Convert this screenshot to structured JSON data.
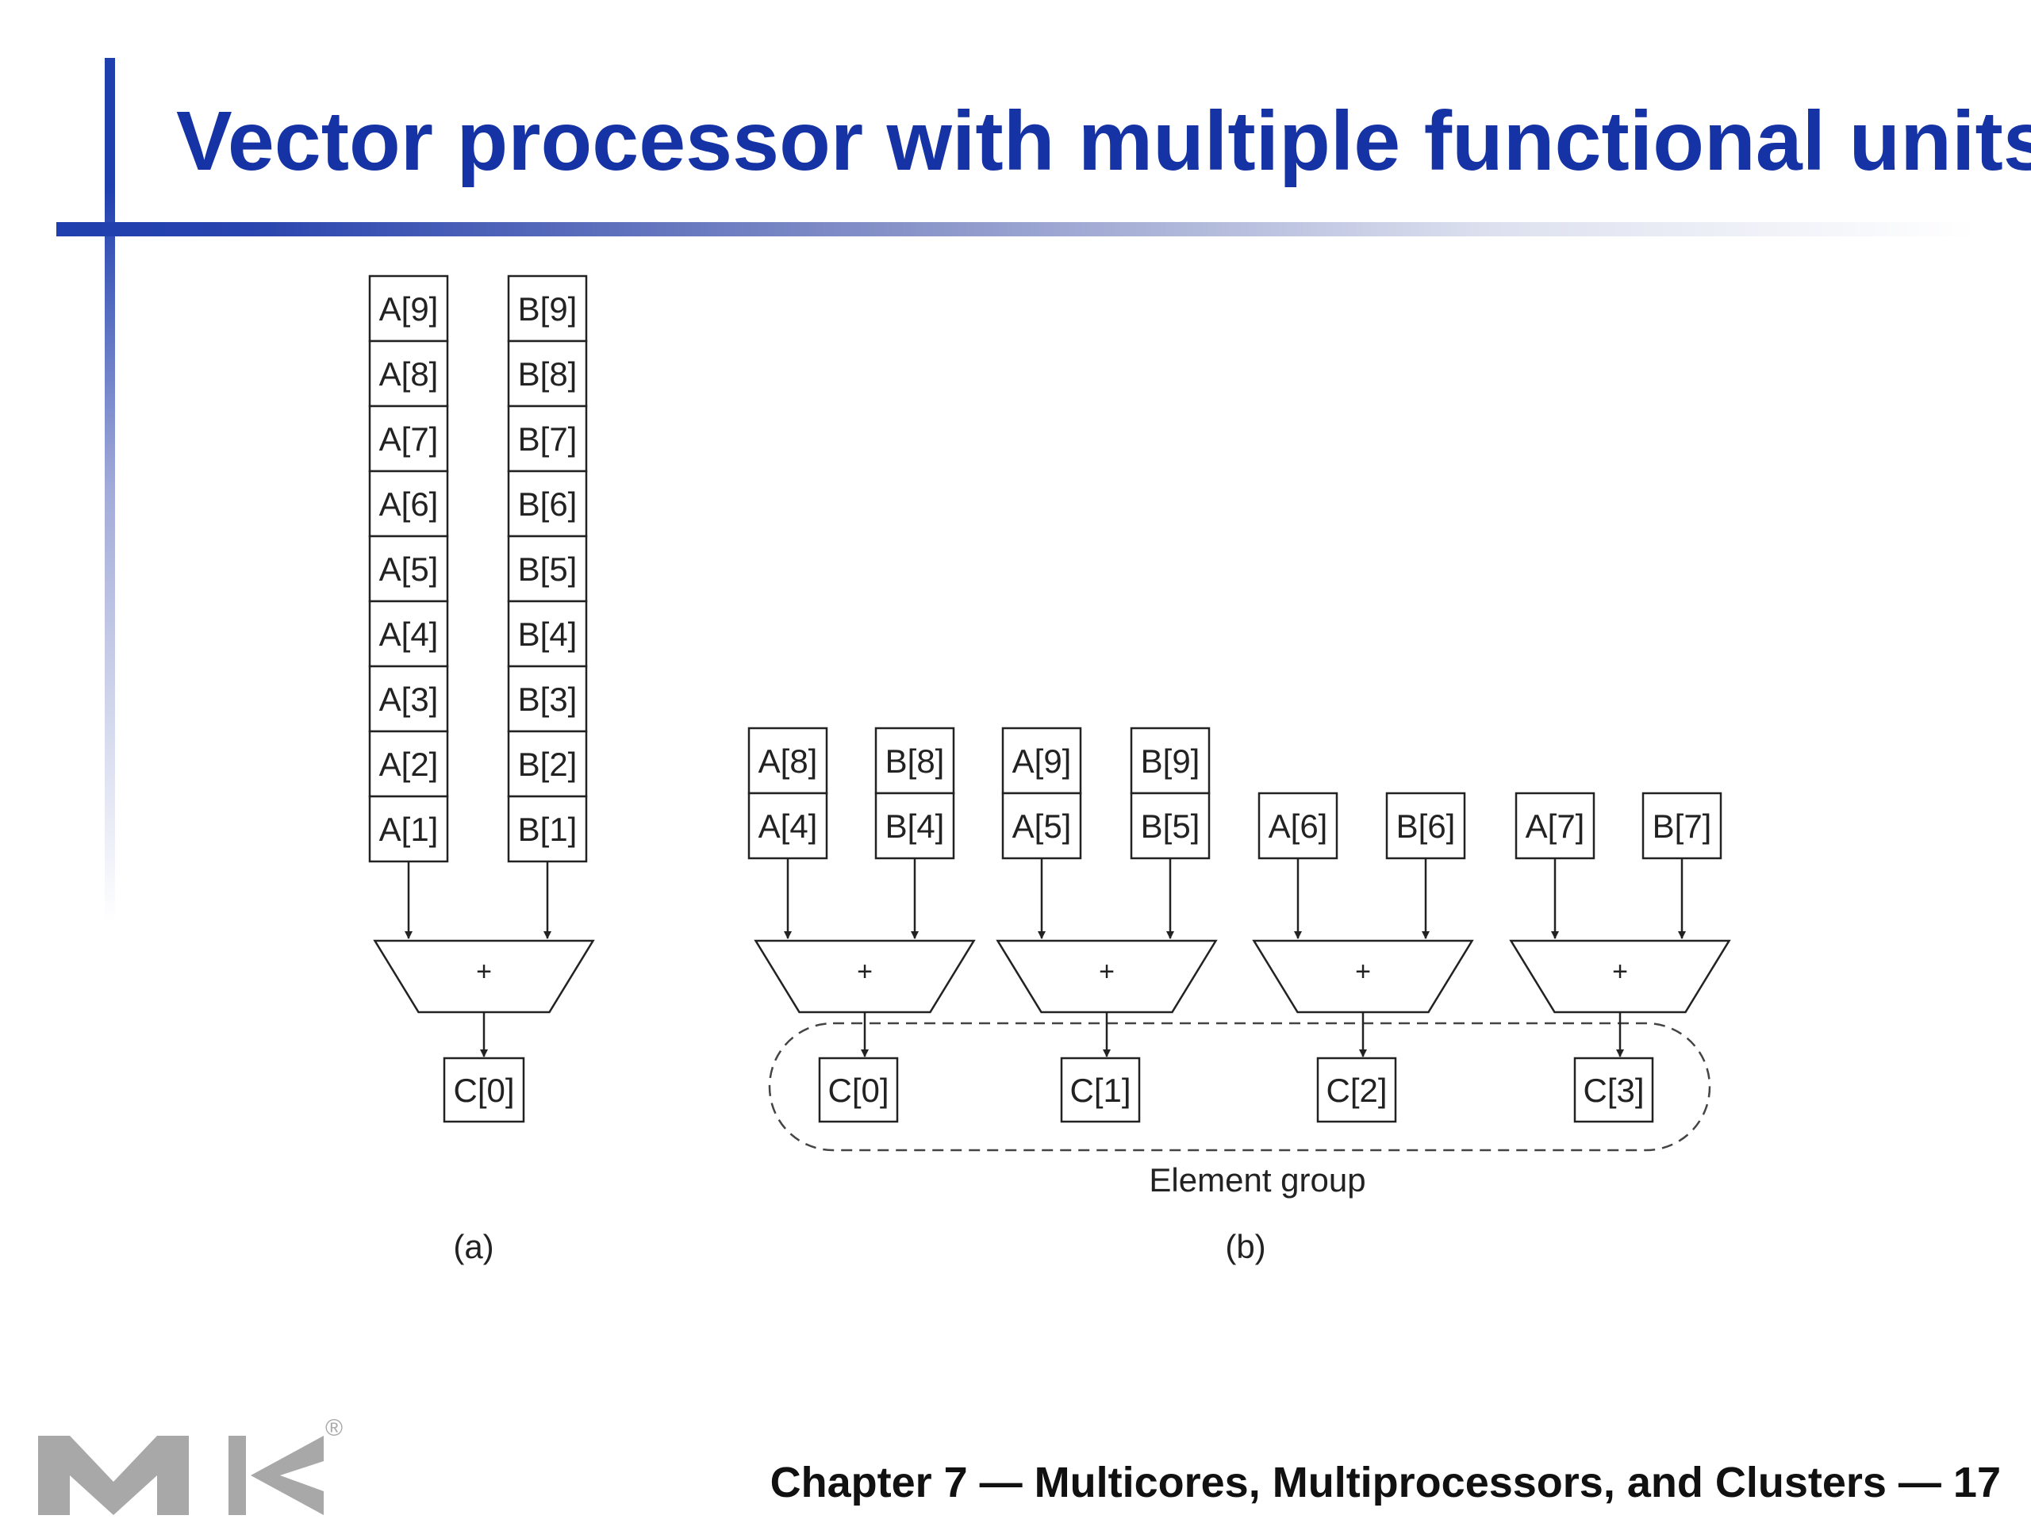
{
  "slide": {
    "title": "Vector processor with multiple functional units",
    "footer": "Chapter 7 — Multicores, Multiprocessors, and Clusters — 17",
    "accent_color": "#1533a5"
  },
  "diagram": {
    "part_a": {
      "label": "(a)",
      "a_column": [
        "A[9]",
        "A[8]",
        "A[7]",
        "A[6]",
        "A[5]",
        "A[4]",
        "A[3]",
        "A[2]",
        "A[1]"
      ],
      "b_column": [
        "B[9]",
        "B[8]",
        "B[7]",
        "B[6]",
        "B[5]",
        "B[4]",
        "B[3]",
        "B[2]",
        "B[1]"
      ],
      "adder": "+",
      "output": "C[0]"
    },
    "part_b": {
      "label": "(b)",
      "group_label": "Element group",
      "lanes": [
        {
          "a": [
            "A[8]",
            "A[4]"
          ],
          "b": [
            "B[8]",
            "B[4]"
          ],
          "adder": "+",
          "output": "C[0]"
        },
        {
          "a": [
            "A[9]",
            "A[5]"
          ],
          "b": [
            "B[9]",
            "B[5]"
          ],
          "adder": "+",
          "output": "C[1]"
        },
        {
          "a": [
            "A[6]"
          ],
          "b": [
            "B[6]"
          ],
          "adder": "+",
          "output": "C[2]"
        },
        {
          "a": [
            "A[7]"
          ],
          "b": [
            "B[7]"
          ],
          "adder": "+",
          "output": "C[3]"
        }
      ]
    }
  },
  "logo": {
    "text": "MK",
    "mark": "®",
    "color": "#a8a8a8"
  }
}
